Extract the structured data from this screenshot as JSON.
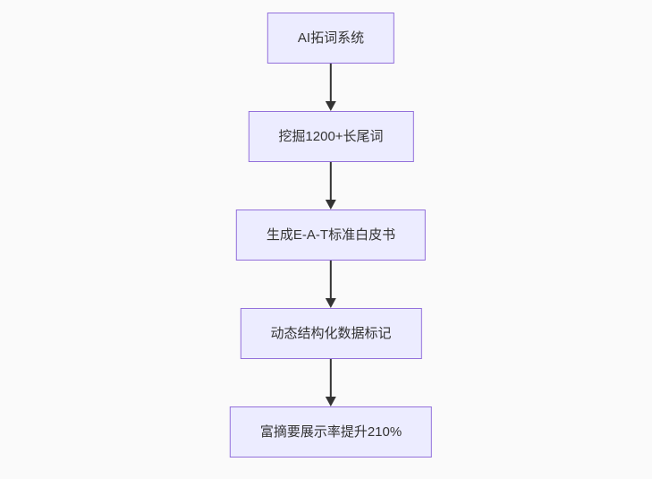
{
  "diagram": {
    "type": "flowchart",
    "direction": "top-down",
    "background_color": "#fafafa",
    "node_fill_color": "#ECECFF",
    "node_border_color": "#9370DB",
    "node_text_color": "#333333",
    "arrow_color": "#333333",
    "nodes": [
      {
        "label": "AI拓词系统"
      },
      {
        "label": "挖掘1200+长尾词"
      },
      {
        "label": "生成E-A-T标准白皮书"
      },
      {
        "label": "动态结构化数据标记"
      },
      {
        "label": "富摘要展示率提升210%"
      }
    ],
    "edges": [
      {
        "from": "AI拓词系统",
        "to": "挖掘1200+长尾词"
      },
      {
        "from": "挖掘1200+长尾词",
        "to": "生成E-A-T标准白皮书"
      },
      {
        "from": "生成E-A-T标准白皮书",
        "to": "动态结构化数据标记"
      },
      {
        "from": "动态结构化数据标记",
        "to": "富摘要展示率提升210%"
      }
    ]
  }
}
